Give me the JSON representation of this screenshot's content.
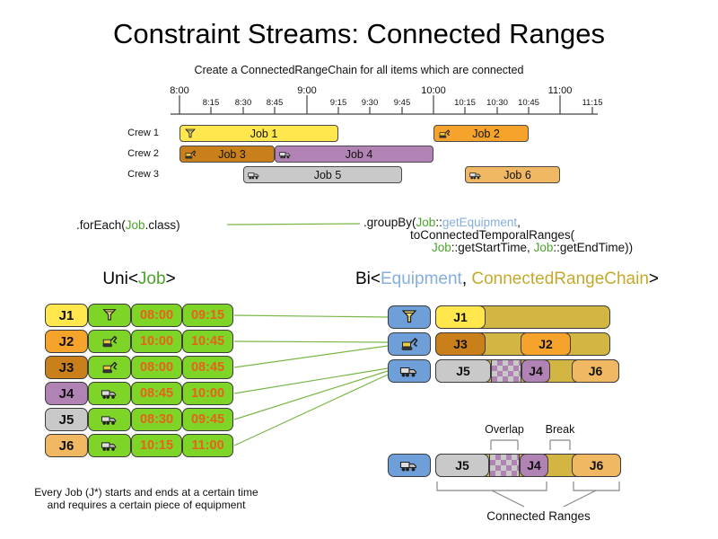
{
  "title": "Constraint Streams: Connected Ranges",
  "subtitle": "Create a ConnectedRangeChain for all items which are connected",
  "timeline": {
    "hours": [
      "8:00",
      "9:00",
      "10:00",
      "11:00"
    ],
    "quarters": [
      "8:15",
      "8:30",
      "8:45",
      "9:15",
      "9:30",
      "9:45",
      "10:15",
      "10:30",
      "10:45",
      "11:15"
    ],
    "crews": [
      "Crew 1",
      "Crew 2",
      "Crew 3"
    ],
    "jobs": [
      {
        "label": "Job 1",
        "crew": "Crew 1",
        "start": "8:00",
        "end": "9:15",
        "equipment": "crane"
      },
      {
        "label": "Job 2",
        "crew": "Crew 1",
        "start": "10:00",
        "end": "10:45",
        "equipment": "excavator"
      },
      {
        "label": "Job 3",
        "crew": "Crew 2",
        "start": "8:00",
        "end": "8:45",
        "equipment": "excavator"
      },
      {
        "label": "Job 4",
        "crew": "Crew 2",
        "start": "8:45",
        "end": "10:00",
        "equipment": "truck"
      },
      {
        "label": "Job 5",
        "crew": "Crew 3",
        "start": "8:30",
        "end": "9:45",
        "equipment": "truck"
      },
      {
        "label": "Job 6",
        "crew": "Crew 3",
        "start": "10:15",
        "end": "11:00",
        "equipment": "truck"
      }
    ]
  },
  "code": {
    "foreach_pre": ".forEach(",
    "foreach_job": "Job",
    "foreach_post": ".class)",
    "groupby_pre": ".groupBy(",
    "groupby_job1": "Job",
    "groupby_sep1": "::",
    "groupby_equipment": "getEquipment",
    "groupby_comma": ",",
    "groupby_line2": "toConnectedTemporalRanges(",
    "groupby_job2": "Job",
    "groupby_start": "::getStartTime, ",
    "groupby_job3": "Job",
    "groupby_end": "::getEndTime))"
  },
  "uni": {
    "heading_pre": "Uni<",
    "heading_job": "Job",
    "heading_post": ">",
    "rows": [
      {
        "job": "J1",
        "equipment": "crane",
        "start": "08:00",
        "end": "09:15"
      },
      {
        "job": "J2",
        "equipment": "excavator",
        "start": "10:00",
        "end": "10:45"
      },
      {
        "job": "J3",
        "equipment": "excavator",
        "start": "08:00",
        "end": "08:45"
      },
      {
        "job": "J4",
        "equipment": "truck",
        "start": "08:45",
        "end": "10:00"
      },
      {
        "job": "J5",
        "equipment": "truck",
        "start": "08:30",
        "end": "09:45"
      },
      {
        "job": "J6",
        "equipment": "truck",
        "start": "10:15",
        "end": "11:00"
      }
    ]
  },
  "bi": {
    "heading_pre": "Bi<",
    "heading_equipment": "Equipment",
    "heading_sep": ", ",
    "heading_chain": "ConnectedRangeChain",
    "heading_post": ">",
    "rows": [
      {
        "equipment": "crane",
        "jobs": [
          "J1"
        ]
      },
      {
        "equipment": "excavator",
        "jobs": [
          "J3",
          "J2"
        ]
      },
      {
        "equipment": "truck",
        "jobs": [
          "J5",
          "J4",
          "J6"
        ]
      }
    ]
  },
  "legend": {
    "overlap": "Overlap",
    "break": "Break",
    "connected": "Connected Ranges",
    "equipment": "truck",
    "jobs": [
      "J5",
      "J4",
      "J6"
    ]
  },
  "note": {
    "line1": "Every Job (J*) starts and ends at a certain time",
    "line2": "and requires a certain piece of equipment"
  },
  "colors": {
    "job1_yellow": "#ffe74d",
    "job2_orange": "#f5a32a",
    "job3_dark_orange": "#c9801a",
    "job4_purple": "#b183b4",
    "job5_gray": "#c9c9c9",
    "job6_tan": "#f0b863",
    "green_cell": "#7fd428",
    "olive_chain": "#d2b542",
    "equipment_blue": "#6f9fd8",
    "time_text_orange": "#e8621a",
    "job_text_green": "#4ba42a",
    "equipment_text_blue": "#85aede",
    "chain_text_olive": "#c5a92e",
    "connector_green": "#7ab648"
  }
}
